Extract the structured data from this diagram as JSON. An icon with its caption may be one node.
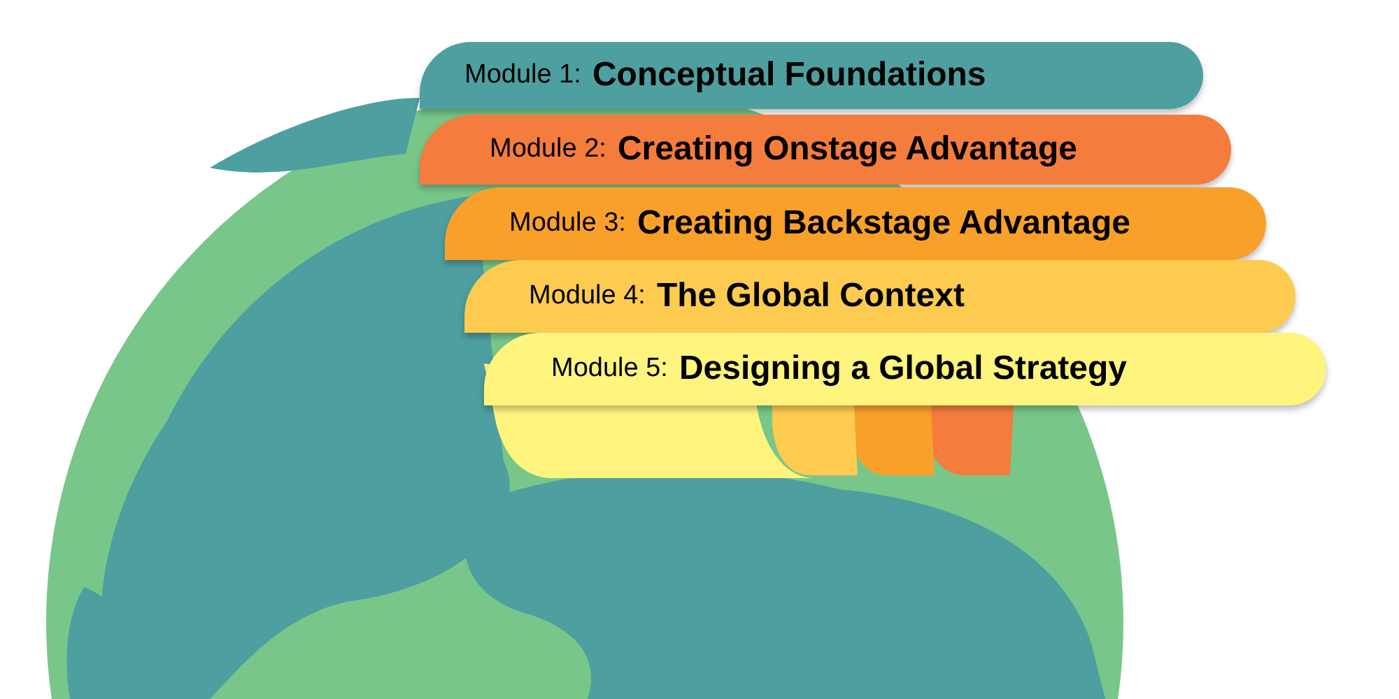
{
  "diagram": {
    "nodes": [
      {
        "text": [
          "Module 1:",
          "Conceptual Foundations"
        ]
      },
      {
        "text": [
          "Module 2:",
          "Creating Onstage Advantage"
        ]
      },
      {
        "text": [
          "Module 3:",
          "Creating Backstage Advantage"
        ]
      },
      {
        "text": [
          "Module 4:",
          "The Global Context"
        ]
      },
      {
        "text": [
          "Module 5:",
          "Designing a Global Strategy"
        ]
      }
    ]
  }
}
